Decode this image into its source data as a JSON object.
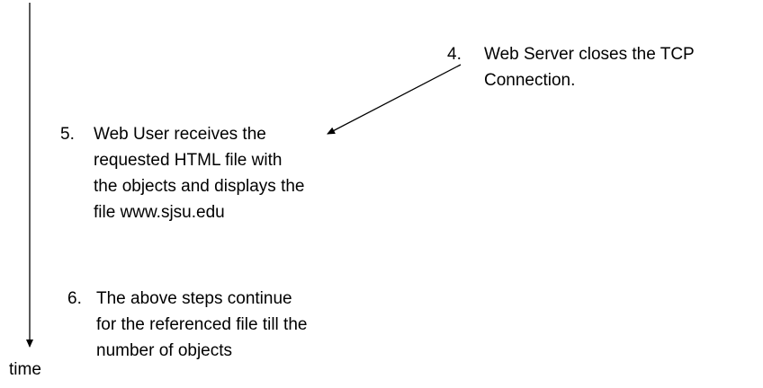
{
  "diagram": {
    "time_label": "time",
    "colors": {
      "line": "#000000",
      "text": "#000000",
      "background": "#ffffff"
    },
    "steps": {
      "step4": {
        "number": "4.",
        "lines": {
          "0": "Web Server closes the TCP",
          "1": "Connection."
        }
      },
      "step5": {
        "number": "5.",
        "lines": {
          "0": "Web User receives the",
          "1": "requested HTML file with",
          "2": "the objects and displays the",
          "3": "file www.sjsu.edu"
        }
      },
      "step6": {
        "number": "6.",
        "lines": {
          "0": "The above steps continue",
          "1": "for the referenced file till the",
          "2": "number of objects"
        }
      }
    }
  }
}
